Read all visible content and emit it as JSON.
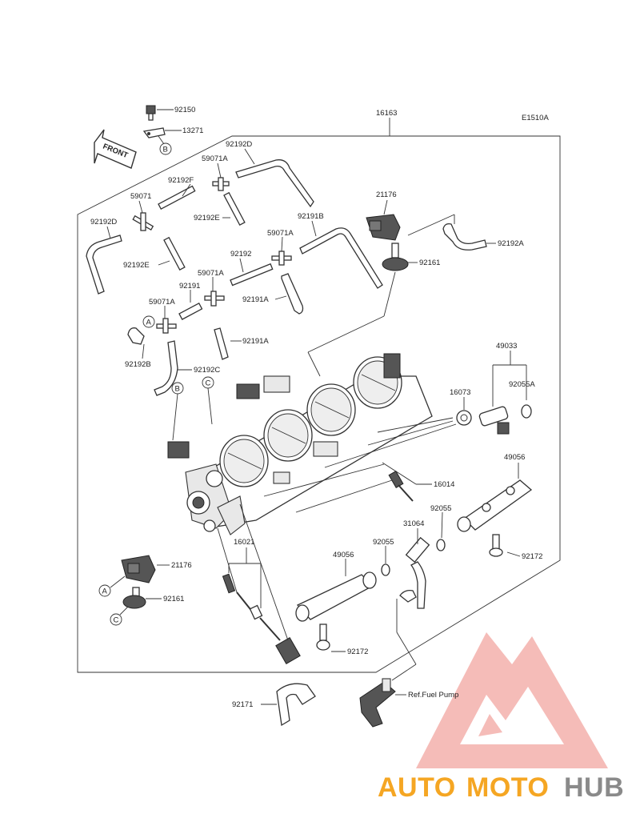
{
  "diagram_code": "E1510A",
  "front_marker": "FRONT",
  "reference_note": "Ref.Fuel Pump",
  "watermark": {
    "part1": "AUTO",
    "part2": "MOTO",
    "part3": "HUB"
  },
  "callout_letters": {
    "a": "A",
    "b": "B",
    "c": "C"
  },
  "labels": {
    "p92150": "92150",
    "p13271": "13271",
    "p16163": "16163",
    "p92192D_top": "92192D",
    "p59071A_top": "59071A",
    "p92192F": "92192F",
    "p59071": "59071",
    "p92192E_a": "92192E",
    "p92192D_left": "92192D",
    "p92192E_b": "92192E",
    "p92191B": "92191B",
    "p59071A_mid": "59071A",
    "p92192": "92192",
    "p59071A_low": "59071A",
    "p92191A_a": "92191A",
    "p92191": "92191",
    "p59071A_left": "59071A",
    "p92191A_b": "92191A",
    "p92192B": "92192B",
    "p92192C": "92192C",
    "p21176_top": "21176",
    "p92192A": "92192A",
    "p92161_top": "92161",
    "p49033": "49033",
    "p16073": "16073",
    "p92055A": "92055A",
    "p49056_right": "49056",
    "p16014": "16014",
    "p92055_right": "92055",
    "p31064": "31064",
    "p92055_mid": "92055",
    "p49056_left": "49056",
    "p92172_right": "92172",
    "p16021": "16021",
    "p21176_low": "21176",
    "p92161_low": "92161",
    "p92172_low": "92172",
    "p92171": "92171"
  }
}
